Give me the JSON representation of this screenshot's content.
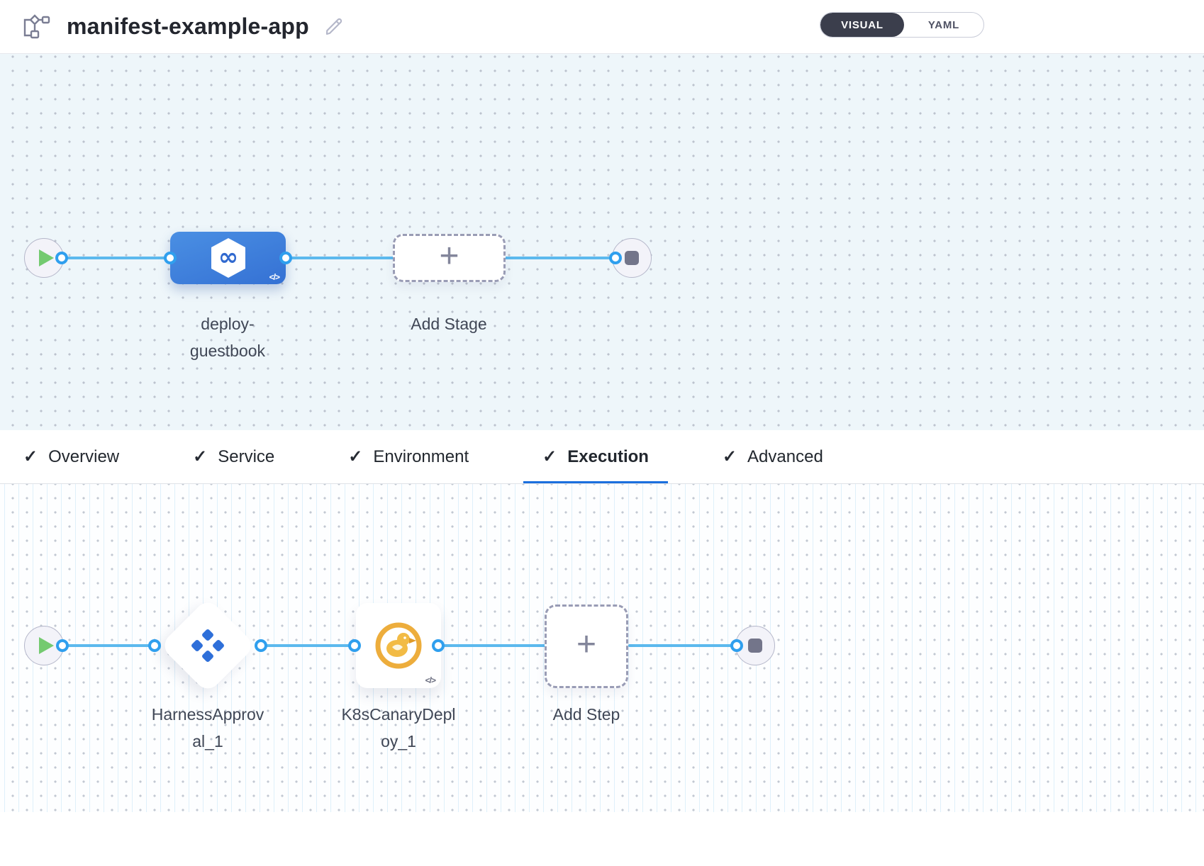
{
  "header": {
    "title": "manifest-example-app",
    "view_toggle": {
      "options": [
        "VISUAL",
        "YAML"
      ],
      "selected": "VISUAL"
    }
  },
  "glyphs": {
    "check": "✓",
    "plus": "+",
    "code": "</>",
    "infinity": "∞"
  },
  "pipeline": {
    "stages": [
      {
        "name": "deploy-guestbook",
        "type": "cd-stage"
      }
    ],
    "add_stage_label": "Add Stage"
  },
  "tabs": [
    {
      "label": "Overview",
      "checked": true,
      "active": false
    },
    {
      "label": "Service",
      "checked": true,
      "active": false
    },
    {
      "label": "Environment",
      "checked": true,
      "active": false
    },
    {
      "label": "Execution",
      "checked": true,
      "active": true
    },
    {
      "label": "Advanced",
      "checked": true,
      "active": false
    }
  ],
  "execution": {
    "steps": [
      {
        "name": "HarnessApproval_1",
        "type": "harness-approval"
      },
      {
        "name": "K8sCanaryDeploy_1",
        "type": "k8s-canary-deploy"
      }
    ],
    "add_step_label": "Add Step"
  },
  "colors": {
    "accent_blue": "#1b6fde",
    "connector_blue": "#5cb9ee",
    "stage_blue": "#3b7cd9",
    "approval_blue": "#2e6fd9",
    "canary_gold": "#edad3c",
    "play_green": "#74ca70",
    "toggle_dark": "#3b3e4c",
    "canvas_top_bg": "#eef6fa"
  }
}
